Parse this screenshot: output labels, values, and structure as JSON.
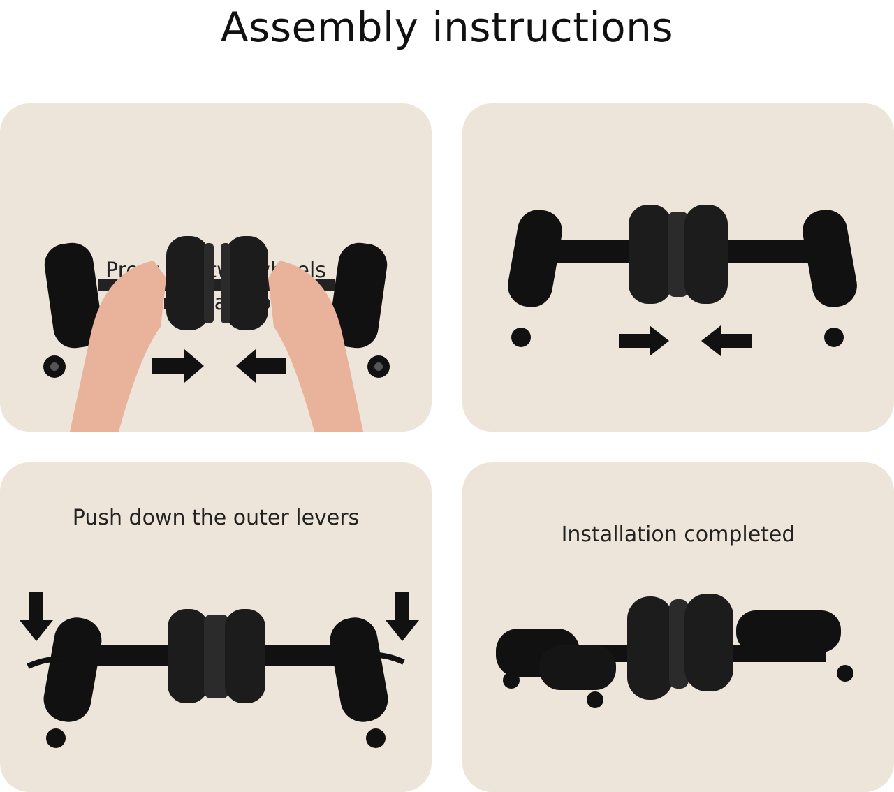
{
  "title": "Assembly instructions",
  "panels": [
    {
      "caption_line1": "Press the two wheels",
      "caption_line2": "against each other",
      "illustration": "hands-pressing-wheels",
      "arrows": "inward"
    },
    {
      "caption": "",
      "illustration": "wheels-joined",
      "arrows": "inward"
    },
    {
      "caption": "Push down the outer levers",
      "illustration": "levers-pressed",
      "arrows": "down"
    },
    {
      "caption": "Installation completed",
      "illustration": "assembled-roller"
    }
  ],
  "colors": {
    "panel_bg": "#ede5d9",
    "foam": "#111111",
    "wheel": "#1c1c1c",
    "skin": "#e8b39a"
  }
}
